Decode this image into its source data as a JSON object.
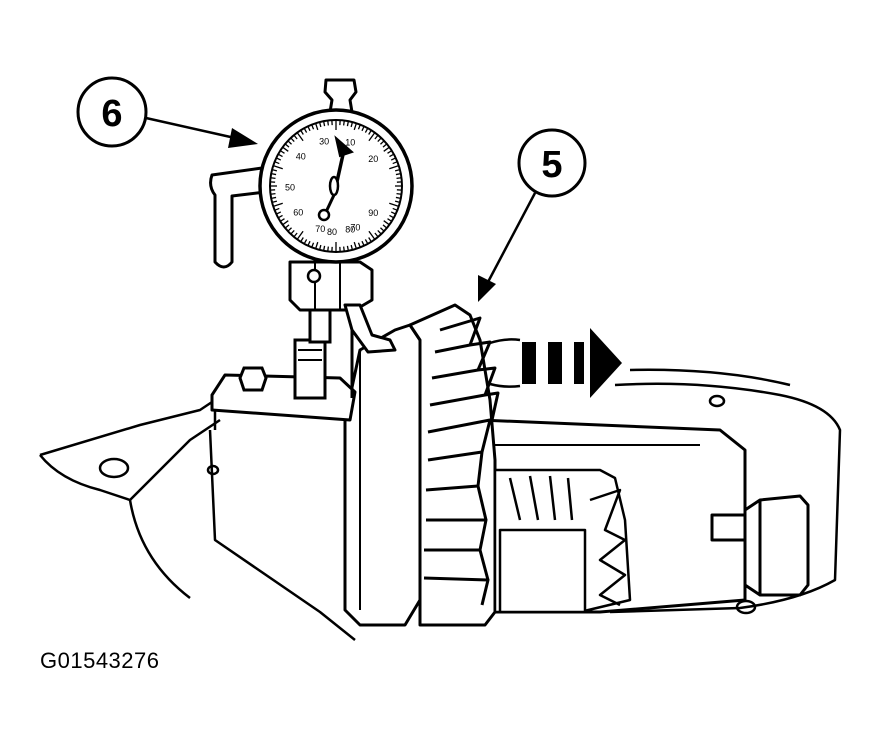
{
  "callouts": {
    "dial_indicator": "6",
    "ring_gear": "5"
  },
  "dial_face": {
    "numbers": [
      "10",
      "20",
      "30",
      "40",
      "50",
      "60",
      "70",
      "80",
      "90",
      "70",
      "80"
    ]
  },
  "figure_id": "G01543276",
  "colors": {
    "ink": "#000000",
    "paper": "#ffffff"
  },
  "icons": {
    "movement_arrow": "dashed-right-arrow-icon"
  }
}
